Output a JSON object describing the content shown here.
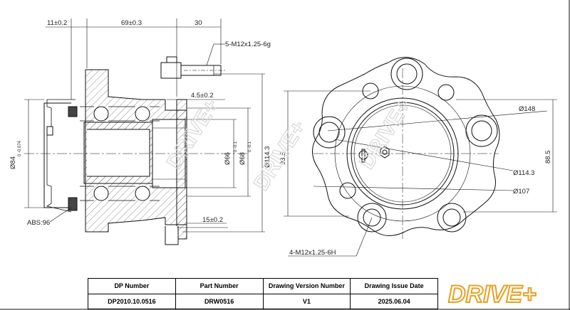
{
  "dims": {
    "d11": "11±0.2",
    "d69": "69±0.3",
    "d30": "30",
    "thread5": "5-M12x1.25-6g",
    "d45": "4.5±0.2",
    "d15": "15±0.2",
    "abs": "ABS:96",
    "dia84": "Ø84",
    "dia84tol": "0 -0.074",
    "dia66": "Ø66",
    "dia66tol": "0 -0.1",
    "dia68": "Ø68",
    "dia68tol": "0 -0.1",
    "dia1143v": "Ø114.3",
    "d935": "93.5",
    "d885": "88.5",
    "dia148": "Ø148",
    "dia1143": "Ø114.3",
    "dia107": "Ø107",
    "thread4": "4-M12x1.25-6H"
  },
  "watermark": "DRIVE+",
  "title_block": {
    "headers": [
      "DP Number",
      "Part Number",
      "Drawing Version Number",
      "Drawing Issue Date"
    ],
    "values": [
      "DP2010.10.0516",
      "DRW0516",
      "V1",
      "2025.06.04"
    ]
  },
  "logo": "DRIVE+"
}
